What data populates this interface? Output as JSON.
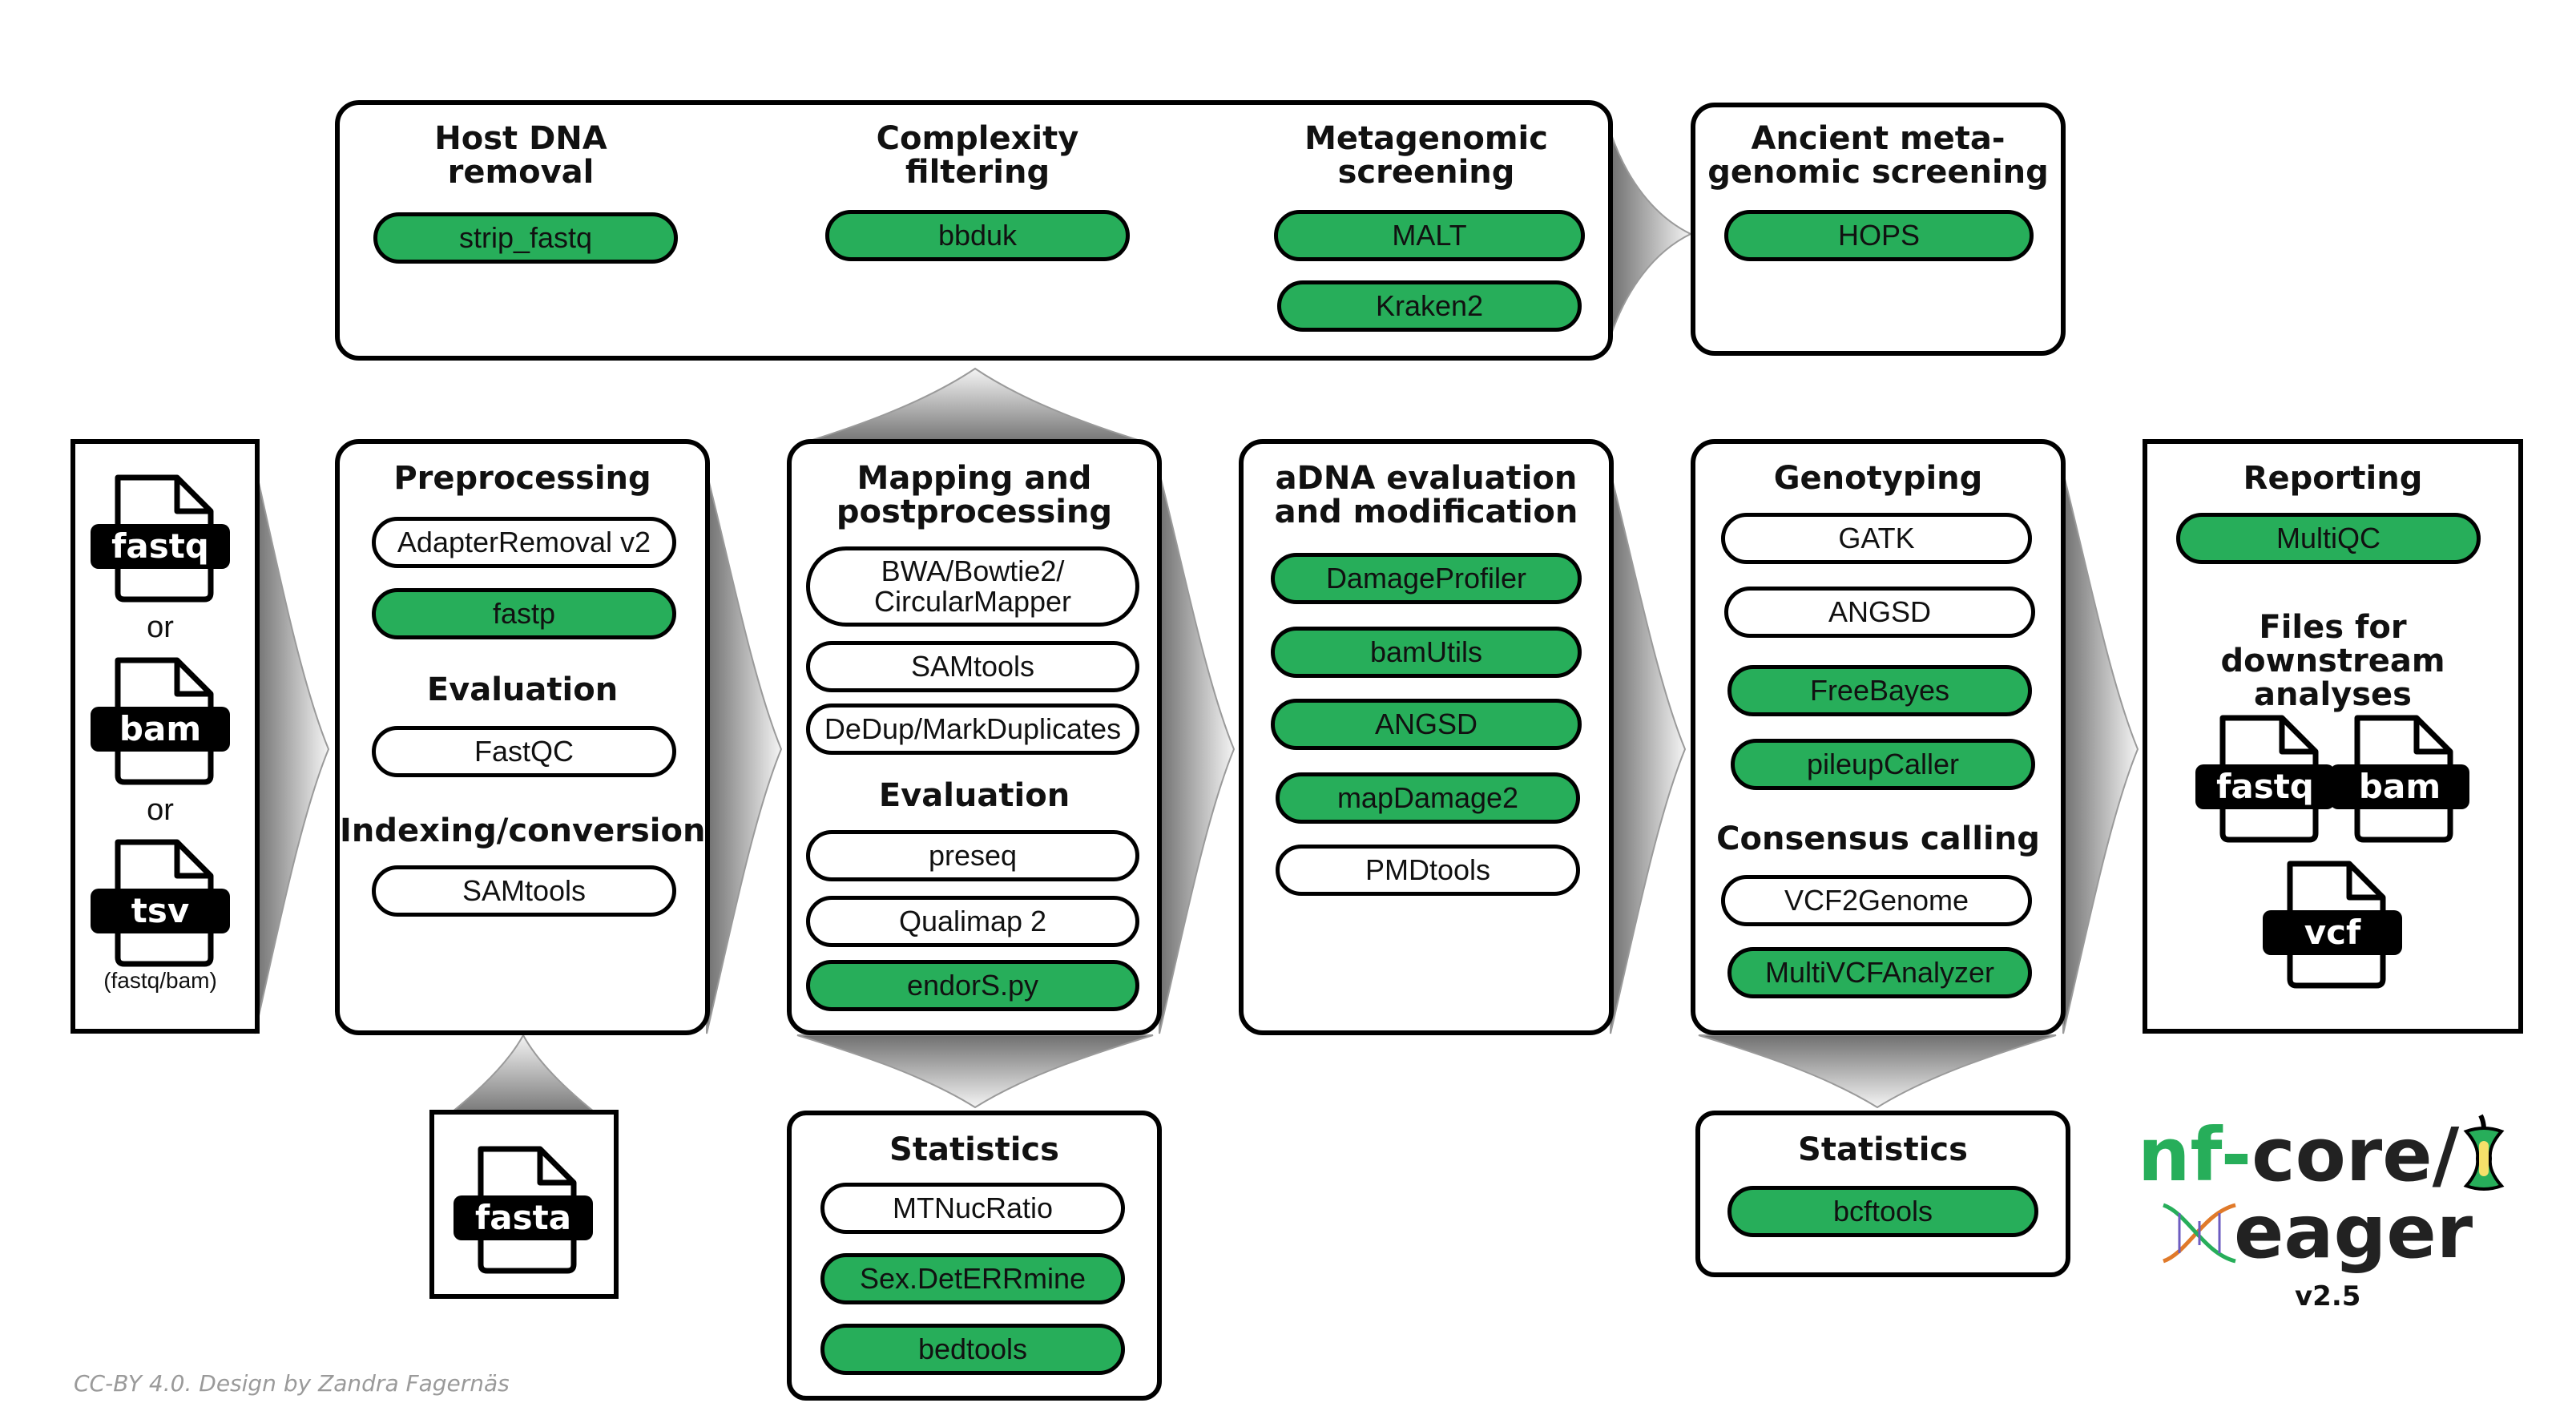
{
  "inputs": {
    "files": [
      "fastq",
      "bam",
      "tsv"
    ],
    "or_text": "or",
    "tsv_note": "(fastq/bam)"
  },
  "reference": {
    "file": "fasta"
  },
  "host_dna_removal": {
    "title": "Host DNA\nremoval",
    "tools": [
      {
        "label": "strip_fastq",
        "highlight": true
      }
    ]
  },
  "complexity_filtering": {
    "title": "Complexity\nfiltering",
    "tools": [
      {
        "label": "bbduk",
        "highlight": true
      }
    ]
  },
  "metagenomic_screening": {
    "title": "Metagenomic\nscreening",
    "tools": [
      {
        "label": "MALT",
        "highlight": true
      },
      {
        "label": "Kraken2",
        "highlight": true
      }
    ]
  },
  "ancient_metagenomic": {
    "title": "Ancient meta-\ngenomic screening",
    "tools": [
      {
        "label": "HOPS",
        "highlight": true
      }
    ]
  },
  "preprocessing": {
    "title": "Preprocessing",
    "tools": [
      {
        "label": "AdapterRemoval v2",
        "highlight": false
      },
      {
        "label": "fastp",
        "highlight": true
      }
    ],
    "evaluation_title": "Evaluation",
    "evaluation_tools": [
      {
        "label": "FastQC",
        "highlight": false
      }
    ],
    "indexing_title": "Indexing/conversion",
    "indexing_tools": [
      {
        "label": "SAMtools",
        "highlight": false
      }
    ]
  },
  "mapping": {
    "title": "Mapping and\npostprocessing",
    "tools": [
      {
        "label": "BWA/Bowtie2/\nCircularMapper",
        "highlight": false
      },
      {
        "label": "SAMtools",
        "highlight": false
      },
      {
        "label": "DeDup/MarkDuplicates",
        "highlight": false
      }
    ],
    "evaluation_title": "Evaluation",
    "evaluation_tools": [
      {
        "label": "preseq",
        "highlight": false
      },
      {
        "label": "Qualimap 2",
        "highlight": false
      },
      {
        "label": "endorS.py",
        "highlight": true
      }
    ]
  },
  "mapping_statistics": {
    "title": "Statistics",
    "tools": [
      {
        "label": "MTNucRatio",
        "highlight": false
      },
      {
        "label": "Sex.DetERRmine",
        "highlight": true
      },
      {
        "label": "bedtools",
        "highlight": true
      }
    ]
  },
  "adna": {
    "title": "aDNA evaluation\nand modification",
    "tools": [
      {
        "label": "DamageProfiler",
        "highlight": true
      },
      {
        "label": "bamUtils",
        "highlight": true
      },
      {
        "label": "ANGSD",
        "highlight": true
      },
      {
        "label": "mapDamage2",
        "highlight": true
      },
      {
        "label": "PMDtools",
        "highlight": false
      }
    ]
  },
  "genotyping": {
    "title": "Genotyping",
    "tools": [
      {
        "label": "GATK",
        "highlight": false
      },
      {
        "label": "ANGSD",
        "highlight": false
      },
      {
        "label": "FreeBayes",
        "highlight": true
      },
      {
        "label": "pileupCaller",
        "highlight": true
      }
    ],
    "consensus_title": "Consensus calling",
    "consensus_tools": [
      {
        "label": "VCF2Genome",
        "highlight": false
      },
      {
        "label": "MultiVCFAnalyzer",
        "highlight": true
      }
    ]
  },
  "genotyping_statistics": {
    "title": "Statistics",
    "tools": [
      {
        "label": "bcftools",
        "highlight": true
      }
    ]
  },
  "reporting": {
    "title": "Reporting",
    "tools": [
      {
        "label": "MultiQC",
        "highlight": true
      }
    ],
    "downstream_title": "Files for downstream\nanalyses",
    "files": [
      "fastq",
      "bam",
      "vcf"
    ]
  },
  "logo": {
    "prefix": "nf-",
    "core": "core/",
    "name": "eager",
    "version": "v2.5"
  },
  "credit": "CC-BY 4.0. Design by Zandra Fagernäs",
  "colors": {
    "tool_highlight": "#27ae5a",
    "border": "#000000",
    "arrow_gray": "#b5b5b5"
  }
}
